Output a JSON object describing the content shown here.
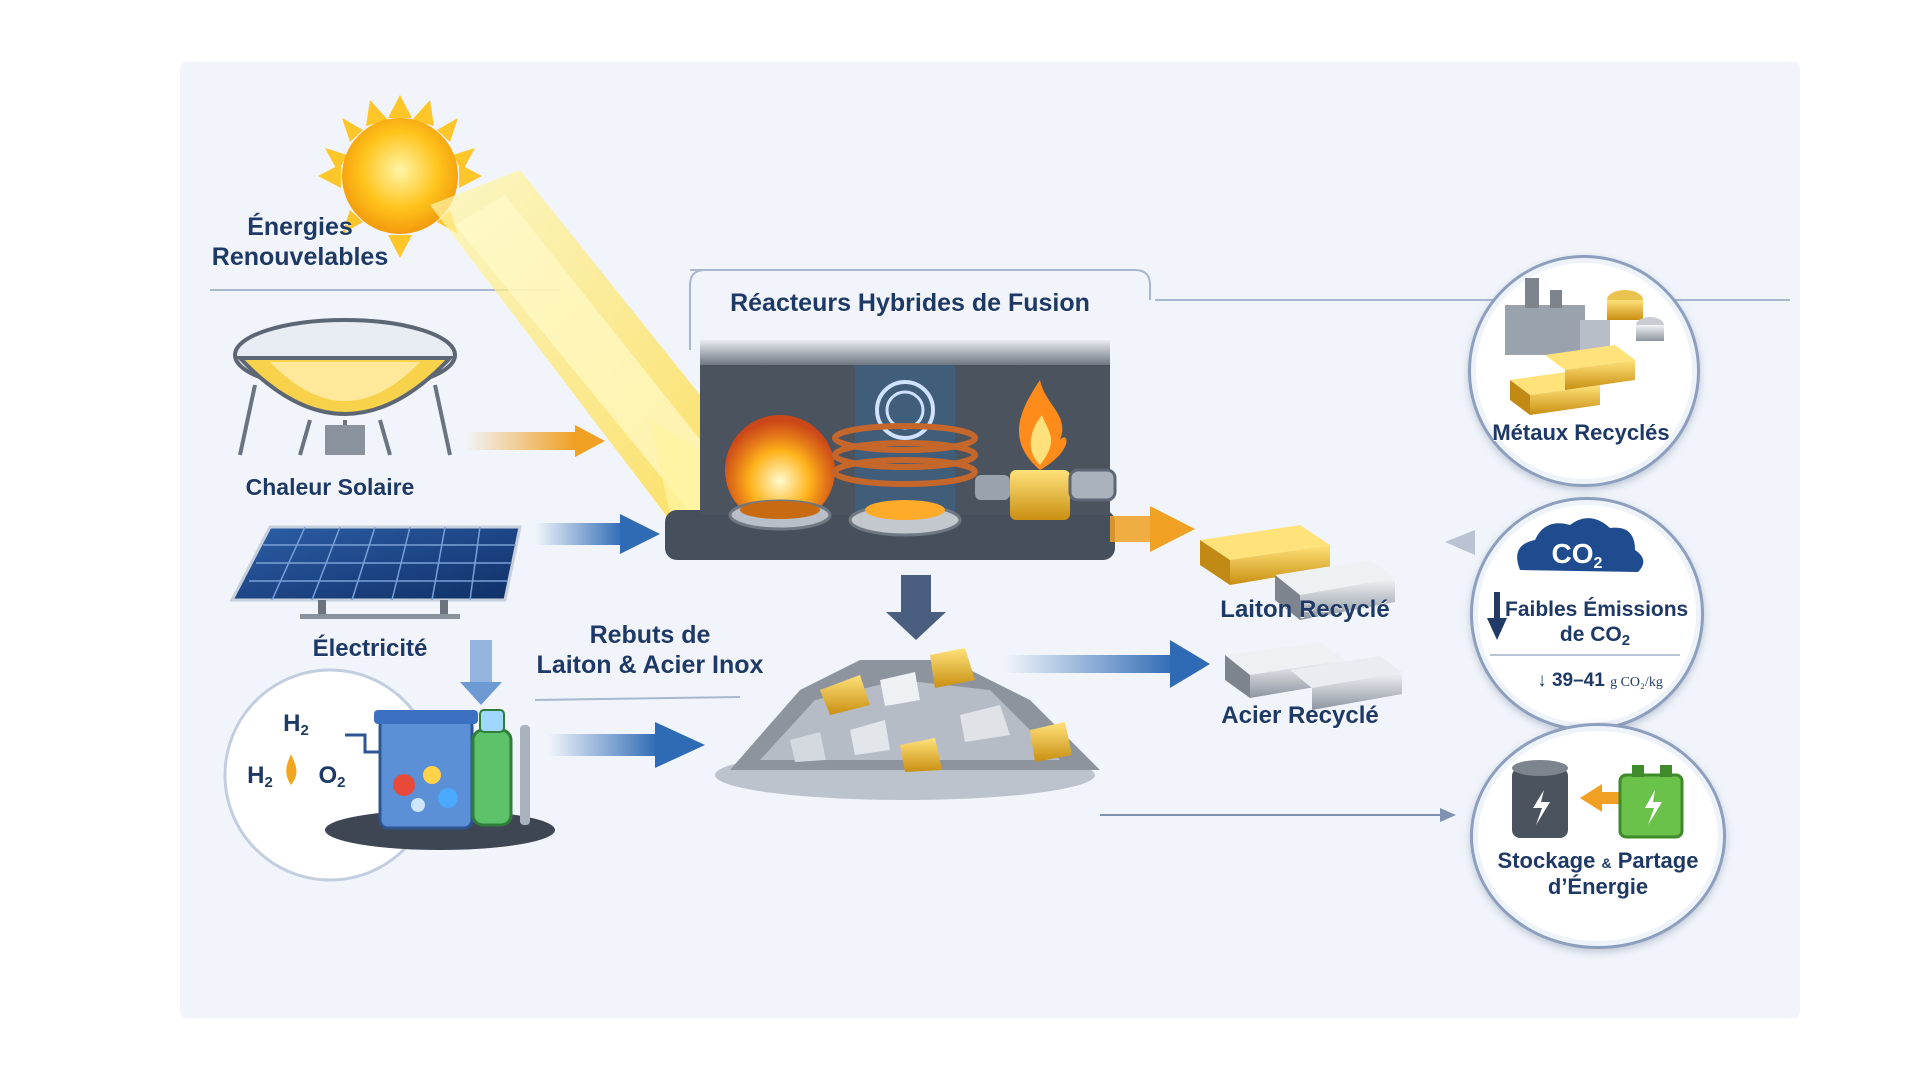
{
  "labels": {
    "renewables_line1": "Énergies",
    "renewables_line2": "Renouvelables",
    "solar_heat": "Chaleur Solaire",
    "electricity": "Électricité",
    "reactor_title": "Réacteurs Hybrides de Fusion",
    "scrap_line1": "Rebuts de",
    "scrap_line2": "Laiton & Acier Inox",
    "brass": "Laiton Recyclé",
    "steel": "Acier Recyclé",
    "metals": "Métaux Recyclés",
    "emissions_line1": "Faibles Émissions",
    "emissions_line2_prefix": "de CO",
    "emissions_line2_sub": "2",
    "emissions_value": "39–41",
    "emissions_unit": "g CO₂/kg",
    "storage_word1": "Stockage",
    "storage_amp": "&",
    "storage_word2": "Partage",
    "storage_line2": "d’Énergie",
    "co2_cloud_main": "CO",
    "co2_cloud_sub": "2",
    "h2_top": "H",
    "h2_top_sub": "2",
    "h2_left": "H",
    "h2_left_sub": "2",
    "o2": "O",
    "o2_sub": "2"
  },
  "colors": {
    "navy": "#1e3966",
    "blue_arrow": "#2f6bb5",
    "orange_arrow": "#f0a023",
    "sun": "#ffc21a",
    "gold": "#e3b22f",
    "steel": "#b7bcc4"
  }
}
